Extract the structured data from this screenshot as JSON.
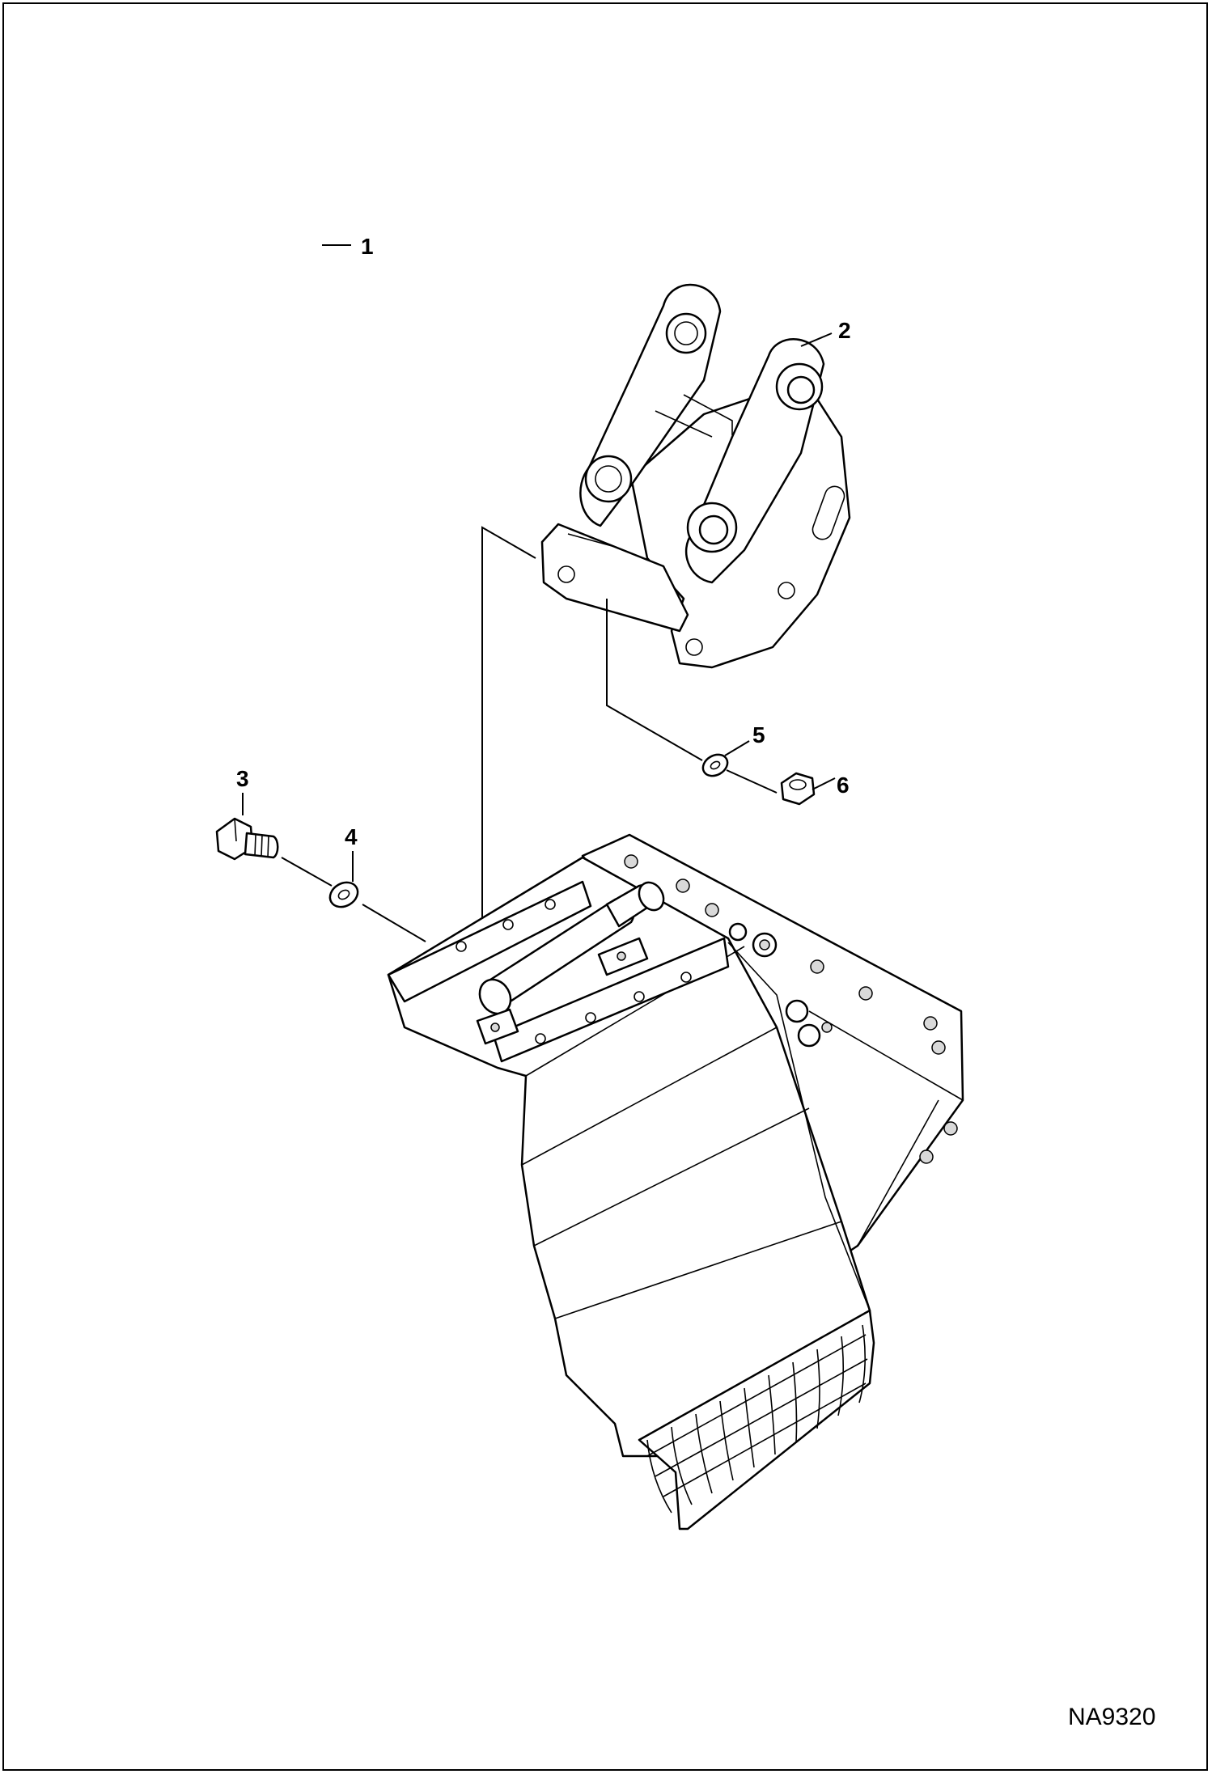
{
  "callouts": [
    {
      "id": "1",
      "label": "1"
    },
    {
      "id": "2",
      "label": "2"
    },
    {
      "id": "3",
      "label": "3"
    },
    {
      "id": "4",
      "label": "4"
    },
    {
      "id": "5",
      "label": "5"
    },
    {
      "id": "6",
      "label": "6"
    }
  ],
  "drawing_code": "NA9320"
}
